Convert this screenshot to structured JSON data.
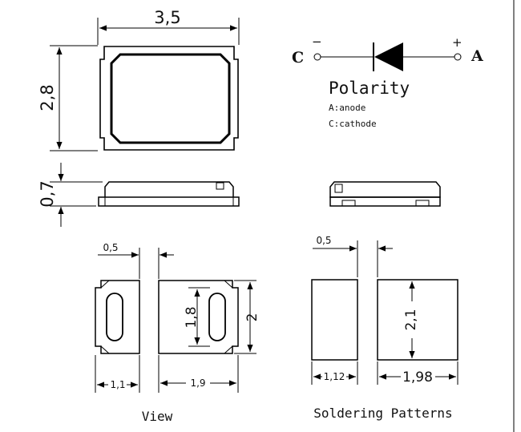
{
  "top_view": {
    "width_label": "3,5",
    "height_label": "2,8"
  },
  "side_view": {
    "thickness_label": "0,7"
  },
  "polarity": {
    "title": "Polarity",
    "cathode_letter": "C",
    "anode_letter": "A",
    "cathode_sign": "−",
    "anode_sign": "+",
    "anode_note": "A:anode",
    "cathode_note": "C:cathode"
  },
  "bottom_view": {
    "caption": "View",
    "gap_label": "0,5",
    "pad_width_label": "1,1",
    "pad_span_label": "1,9",
    "pad_height_label": "1,8",
    "body_height_label": "2"
  },
  "soldering": {
    "caption": "Soldering Patterns",
    "gap_label": "0,5",
    "left_width_label": "1,12",
    "right_width_label": "1,98",
    "height_label": "2,1"
  },
  "colors": {
    "line": "#000000",
    "background": "#ffffff"
  }
}
